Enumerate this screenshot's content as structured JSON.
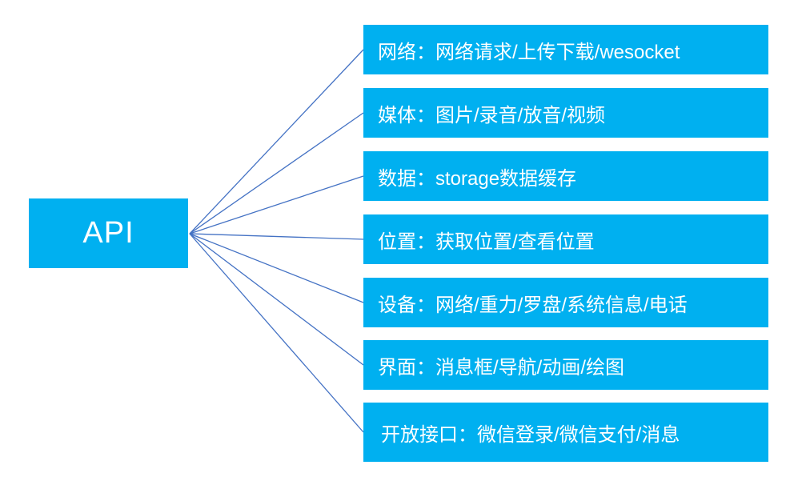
{
  "diagram": {
    "title": "API capabilities diagram",
    "root": {
      "label": "API"
    },
    "branches": [
      {
        "label": "网络：网络请求/上传下载/wesocket"
      },
      {
        "label": "媒体：图片/录音/放音/视频"
      },
      {
        "label": "数据：storage数据缓存"
      },
      {
        "label": "位置：获取位置/查看位置"
      },
      {
        "label": "设备：网络/重力/罗盘/系统信息/电话"
      },
      {
        "label": "界面：消息框/导航/动画/绘图"
      },
      {
        "label": "开放接口：微信登录/微信支付/消息"
      }
    ],
    "colors": {
      "box_fill": "#00B0F0",
      "connector": "#4472C4",
      "text": "#FFFFFF",
      "background": "#FFFFFF"
    }
  }
}
